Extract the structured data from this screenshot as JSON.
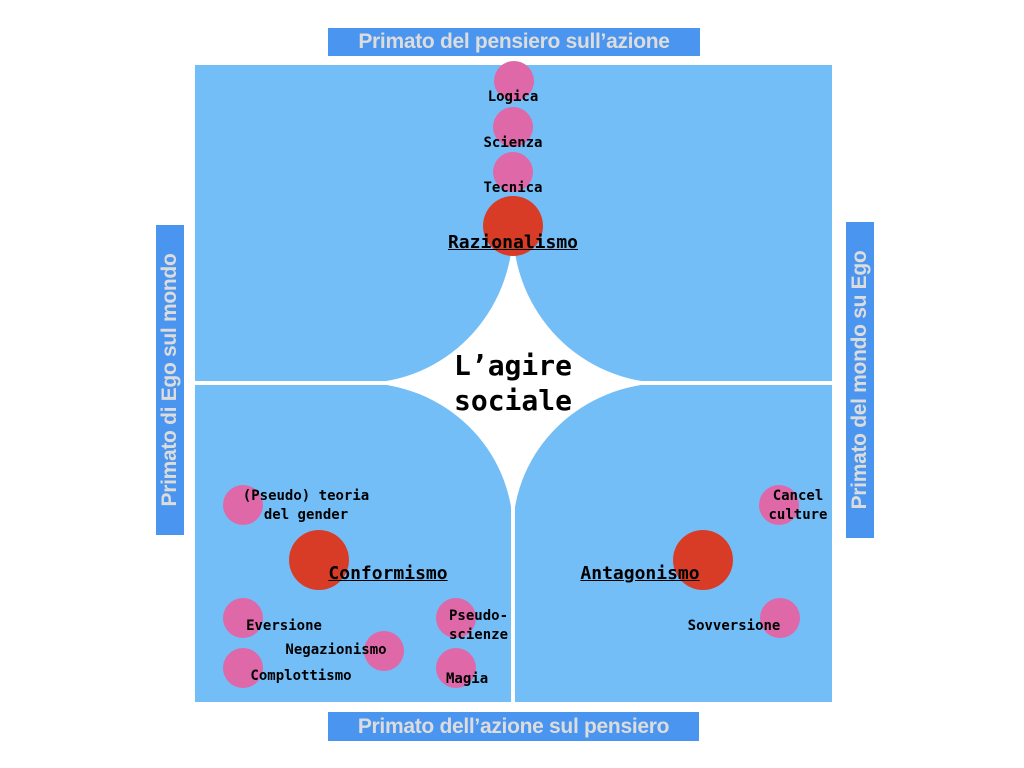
{
  "axes": {
    "top": "Primato del pensiero sull’azione",
    "bottom": "Primato dell’azione sul pensiero",
    "left": "Primato di Ego sul mondo",
    "right": "Primato del mondo su Ego"
  },
  "center": {
    "line1": "L’agire",
    "line2": "sociale"
  },
  "quadrants": {
    "top": {
      "main": "Razionalismo",
      "items": [
        "Logica",
        "Scienza",
        "Tecnica"
      ]
    },
    "bottom_left": {
      "main": "Conformismo",
      "items": [
        "(Pseudo) teoria\ndel gender",
        "Eversione",
        "Negazionismo",
        "Complottismo",
        "Pseudo-\nscienze",
        "Magia"
      ]
    },
    "bottom_right": {
      "main": "Antagonismo",
      "items": [
        "Cancel\nculture",
        "Sovversione"
      ]
    }
  },
  "colors": {
    "field": "#74bef8",
    "axis_box": "#4a95ef",
    "main_node": "#d93c26",
    "sub_node": "#de68a8"
  }
}
